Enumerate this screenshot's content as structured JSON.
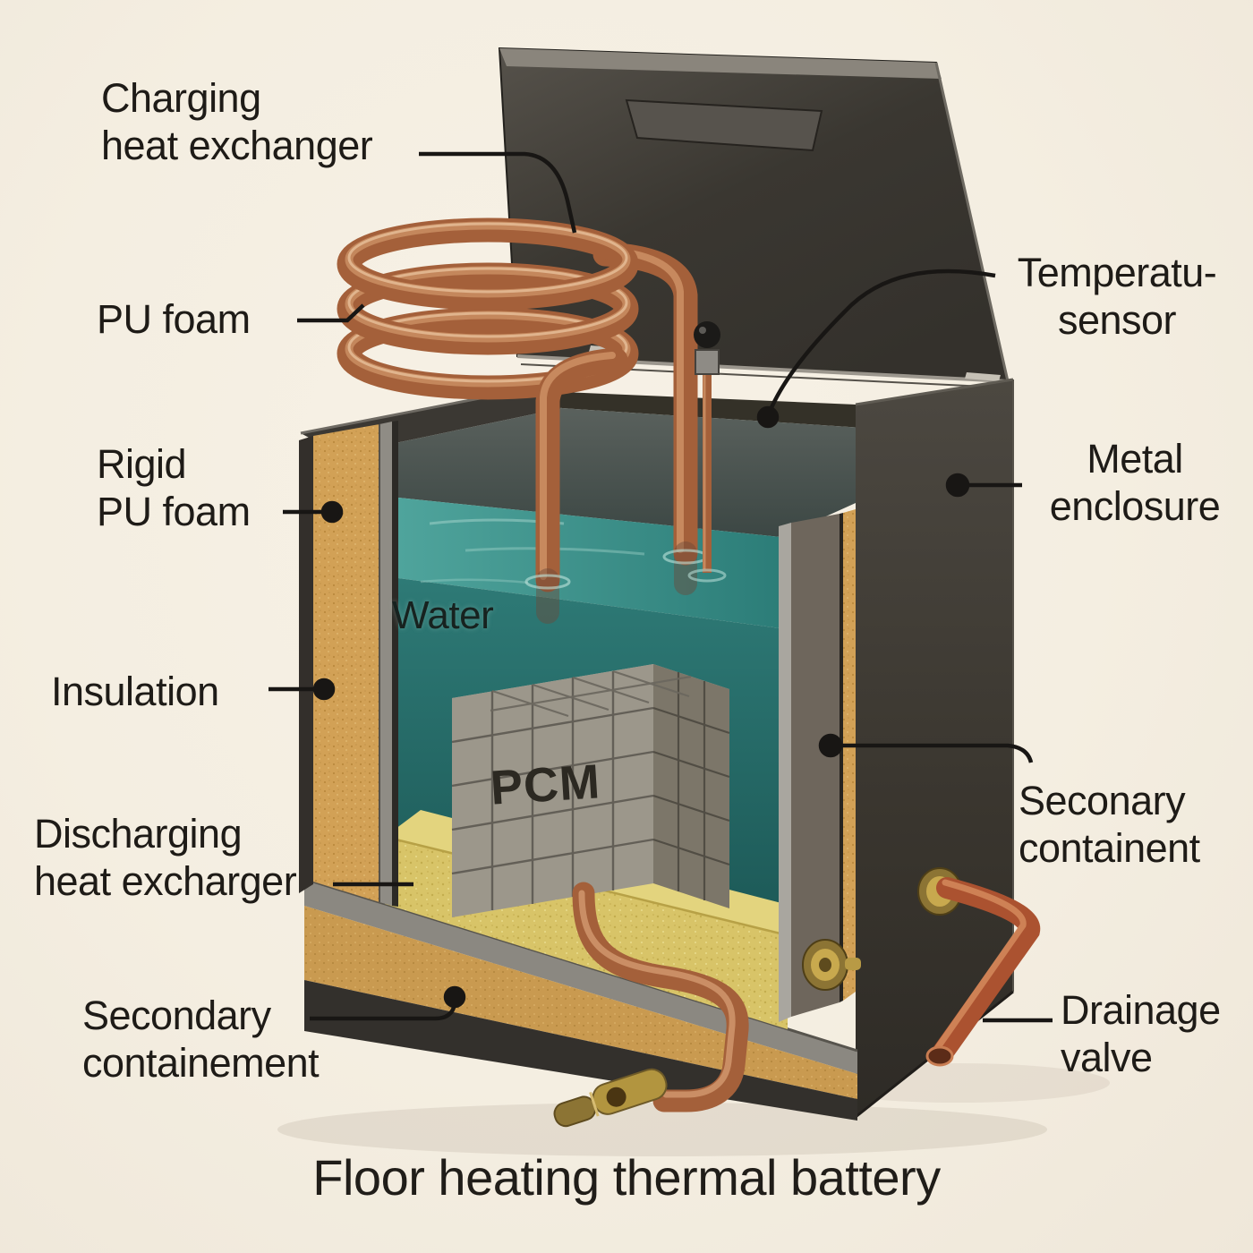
{
  "title": "Floor heating thermal battery",
  "diagram": {
    "labels": {
      "charging_heat_exchanger": "Charging\nheat exchanger",
      "pu_foam": "PU foam",
      "rigid_pu_foam": "Rigid\nPU foam",
      "insulation": "Insulation",
      "discharging_heat_exchanger": "Discharging\nheat excharger",
      "secondary_containment_left": "Secondary\ncontainement",
      "temperature_sensor": "Temperatu-\nsensor",
      "metal_enclosure": "Metal\nenclosure",
      "secondary_containment_right": "Seconary\ncontainent",
      "drainage_valve": "Drainage\nvalve",
      "water": "Water",
      "pcm": "PCM"
    },
    "palette": {
      "background": "#f5efe3",
      "metal_enclosure": "#3f3b36",
      "insulation_tan": "#d2a156",
      "containment_foam": "#c99a50",
      "metal_liner": "#8f8c85",
      "water_teal": "#2f807c",
      "pcm_gray": "#9c978b",
      "slab_yellow": "#d8c468",
      "copper": "#a4603a",
      "brass": "#b2953f",
      "label_text": "#1e1b17"
    }
  }
}
